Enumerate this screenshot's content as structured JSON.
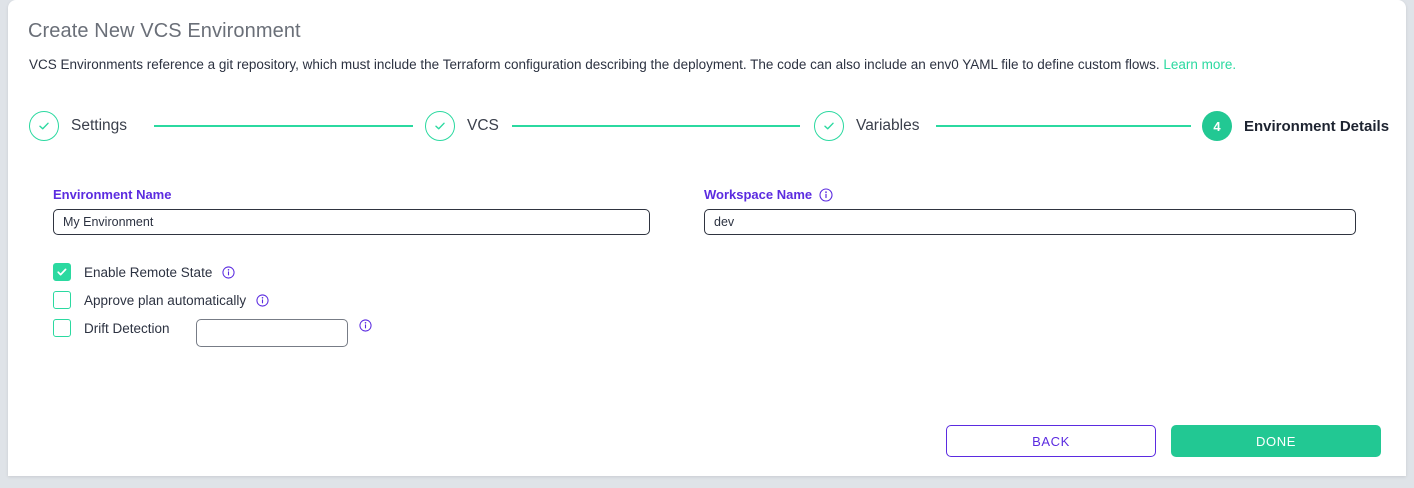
{
  "header": {
    "title": "Create New VCS Environment",
    "description": "VCS Environments reference a git repository, which must include the Terraform configuration describing the deployment. The code can also include an env0 YAML file to define custom flows.",
    "link_label": "Learn more."
  },
  "stepper": {
    "steps": [
      {
        "label": "Settings",
        "state": "done",
        "marker": "✓"
      },
      {
        "label": "VCS",
        "state": "done",
        "marker": "✓"
      },
      {
        "label": "Variables",
        "state": "done",
        "marker": "✓"
      },
      {
        "label": "Environment Details",
        "state": "active",
        "marker": "4"
      }
    ]
  },
  "form": {
    "environment_name": {
      "label": "Environment Name",
      "value": "My Environment",
      "placeholder": ""
    },
    "workspace_name": {
      "label": "Workspace Name",
      "value": "dev",
      "placeholder": "",
      "info": "info-icon"
    },
    "options": [
      {
        "label": "Enable Remote State",
        "checked": true,
        "info": true
      },
      {
        "label": "Approve plan automatically",
        "checked": false,
        "info": true
      },
      {
        "label": "Drift Detection",
        "checked": false,
        "info": true,
        "value": "",
        "placeholder": ""
      }
    ]
  },
  "footer": {
    "back_label": "BACK",
    "done_label": "DONE"
  },
  "colors": {
    "accent_green": "#2bd9a0",
    "accent_green_solid": "#22c893",
    "accent_purple": "#5b2be0",
    "text_dark": "#2c3241",
    "title_gray": "#6a6f78",
    "page_bg": "#dfe3e8"
  }
}
